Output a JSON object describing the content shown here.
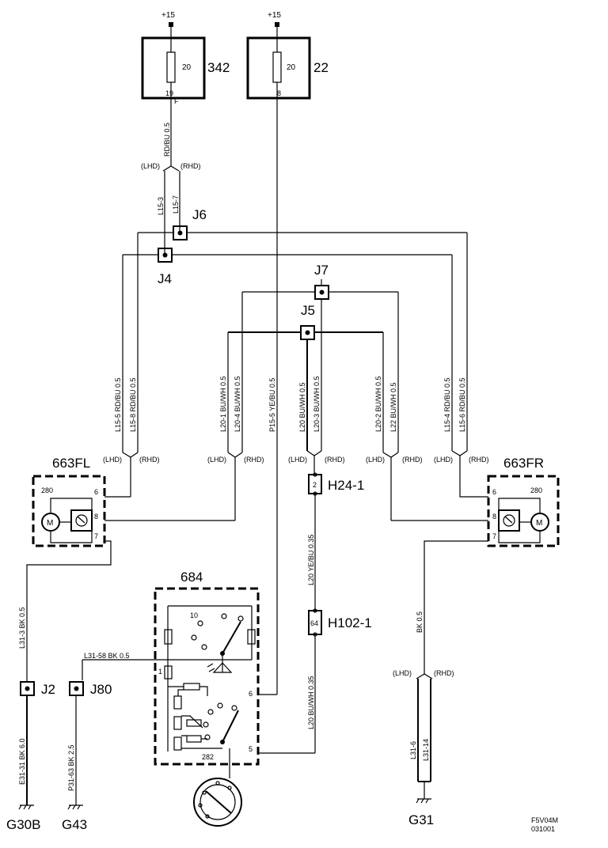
{
  "supply": [
    "+15",
    "+15"
  ],
  "fuses": [
    {
      "id": "342",
      "rating": "20",
      "pin_out": "19",
      "pin_letter": "F"
    },
    {
      "id": "22",
      "rating": "20",
      "pin_out": "8"
    }
  ],
  "wires": {
    "rdbu_main": "RD/BU 0.5",
    "lhd": "(LHD)",
    "rhd": "(RHD)",
    "l15_3": "L15-3",
    "l15_7": "L15-7",
    "left_a": "L15-5  RD/BU 0.5",
    "left_b": "L15-8  RD/BU 0.5",
    "mid_a": "L20-1  BU/WH 0.5",
    "mid_b": "L20-4  BU/WH 0.5",
    "p15": "P15-5  YE/BU  0.5",
    "cen_a": "L20  BU/WH 0.5",
    "cen_b": "L20-3  BU/WH 0.5",
    "r_a": "L20-2  BU/WH 0.5",
    "r_b": "L22  BU/WH 0.5",
    "rr_a": "L15-4  RD/BU 0.5",
    "rr_b": "L15-6  RD/BU 0.5",
    "h24_wire": "L20  YE/BU  0.35",
    "h102_wire": "L20  BU/WH  0.35",
    "l31_3": "L31-3  BK  0.5",
    "l31_58": "L31-58  BK  0.5",
    "e31_31": "E31-31  BK  6.0",
    "p31_63": "P31-63  BK  2.5",
    "bk_right": "BK  0.5",
    "l31_6": "L31-6",
    "l31_14": "L31-14"
  },
  "junctions": [
    "J6",
    "J4",
    "J7",
    "J5",
    "J2",
    "J80"
  ],
  "components": {
    "fl": {
      "id": "663FL",
      "num": "280",
      "pin6": "6",
      "pin8": "8",
      "pin7": "7",
      "motor": "M"
    },
    "fr": {
      "id": "663FR",
      "num": "280",
      "pin6": "6",
      "pin8": "8",
      "pin7": "7",
      "motor": "M"
    },
    "switch": {
      "id": "684",
      "num": "282",
      "pos": "10",
      "pin1": "1",
      "pin6": "6",
      "pin5": "5"
    },
    "h24": {
      "id": "H24-1",
      "pin": "2"
    },
    "h102": {
      "id": "H102-1",
      "pin": "64"
    }
  },
  "grounds": [
    "G30B",
    "G43",
    "G31"
  ],
  "footer": {
    "code": "F5V04M",
    "date": "031001"
  }
}
